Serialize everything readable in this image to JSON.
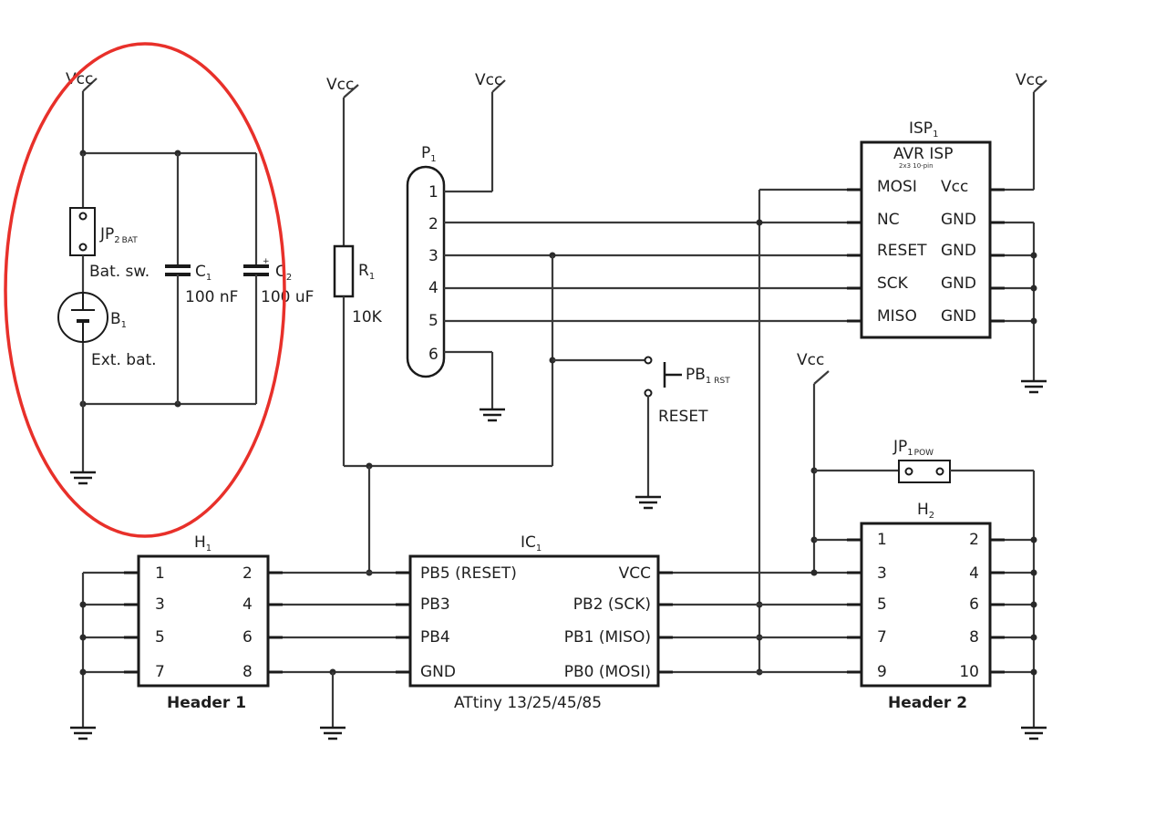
{
  "vcc_label": "Vcc",
  "highlight_color": "#e8302a",
  "power": {
    "jp2_ref": "JP",
    "jp2_num": "2",
    "jp2_sub": "BAT",
    "jp2_desc": "Bat. sw.",
    "b1_ref": "B",
    "b1_num": "1",
    "b1_desc": "Ext. bat.",
    "c1_ref": "C",
    "c1_num": "1",
    "c1_value": "100 nF",
    "c2_ref": "C",
    "c2_num": "2",
    "c2_value": "100 uF"
  },
  "r1": {
    "ref": "R",
    "num": "1",
    "value": "10K"
  },
  "p1": {
    "ref": "P",
    "num": "1",
    "pins": [
      "1",
      "2",
      "3",
      "4",
      "5",
      "6"
    ]
  },
  "isp": {
    "ref": "ISP",
    "num": "1",
    "title": "AVR ISP",
    "subtitle": "2x3 10-pin",
    "left_pins": [
      "MOSI",
      "NC",
      "RESET",
      "SCK",
      "MISO"
    ],
    "right_pins": [
      "Vcc",
      "GND",
      "GND",
      "GND",
      "GND"
    ]
  },
  "pb1": {
    "ref": "PB",
    "num": "1",
    "sub": "RST",
    "label": "RESET"
  },
  "jp1": {
    "ref": "JP",
    "num": "1",
    "sub": "POW"
  },
  "h1": {
    "ref": "H",
    "num": "1",
    "name": "Header 1",
    "left_pins": [
      "1",
      "3",
      "5",
      "7"
    ],
    "right_pins": [
      "2",
      "4",
      "6",
      "8"
    ]
  },
  "ic1": {
    "ref": "IC",
    "num": "1",
    "name": "ATtiny 13/25/45/85",
    "left_pins": [
      "PB5 (RESET)",
      "PB3",
      "PB4",
      "GND"
    ],
    "right_pins": [
      "VCC",
      "PB2 (SCK)",
      "PB1 (MISO)",
      "PB0 (MOSI)"
    ]
  },
  "h2": {
    "ref": "H",
    "num": "2",
    "name": "Header 2",
    "left_pins": [
      "1",
      "3",
      "5",
      "7",
      "9"
    ],
    "right_pins": [
      "2",
      "4",
      "6",
      "8",
      "10"
    ]
  }
}
